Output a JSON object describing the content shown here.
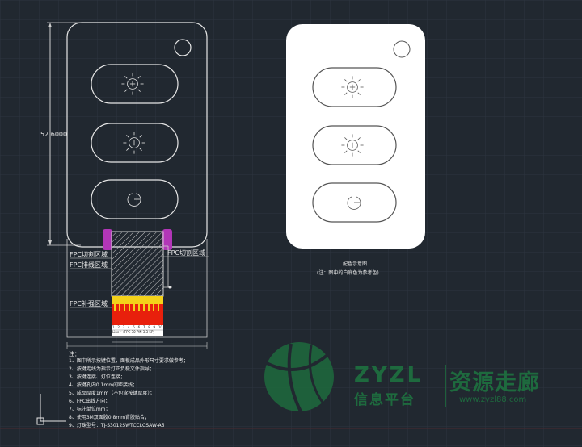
{
  "dimension": {
    "height_value": "52.6000"
  },
  "fpc": {
    "cut_area_left": "FPC切割区域",
    "cut_area_right": "FPC切割区域",
    "cable_area": "FPC排线区域",
    "stiffener_area": "FPC补强区域"
  },
  "pins": {
    "numbers": [
      "1",
      "2",
      "3",
      "4",
      "5",
      "6",
      "7",
      "8",
      "9",
      "10"
    ],
    "caption": "Line • (FPC 30 PIN 3.3 5P)"
  },
  "render": {
    "title": "配色示意图",
    "subtitle": "(注：图中的白底色为参考色)"
  },
  "notes": {
    "heading": "注：",
    "items": [
      "1、图中所示按键位置，面板成品外形尺寸要求做参考；",
      "2、按键走线为指示灯正负极文件指导；",
      "3、按键连接、灯位连接；",
      "4、按键孔内0.1mm间距接线；",
      "5、成品厚度1mm（不包含按键厚度）；",
      "6、FPC出线方向；",
      "7、标注单位mm；",
      "8、使用3M双面胶0.8mm背胶贴合；",
      "9、灯珠型号：TJ-S3012SWTCCLCSAW-A5"
    ]
  },
  "watermark": {
    "brand": "ZYZL",
    "sub_left": "信息平台",
    "sub_right": "资源走廊",
    "url": "www.zyzl88.com"
  },
  "colors": {
    "background": "#212830",
    "outline": "#e6e6e6",
    "stiffener_red": "#e8200c",
    "stiffener_yellow": "#f4d21a",
    "cut_magenta": "#b236b8",
    "watermark_green": "#1e6a3e"
  }
}
